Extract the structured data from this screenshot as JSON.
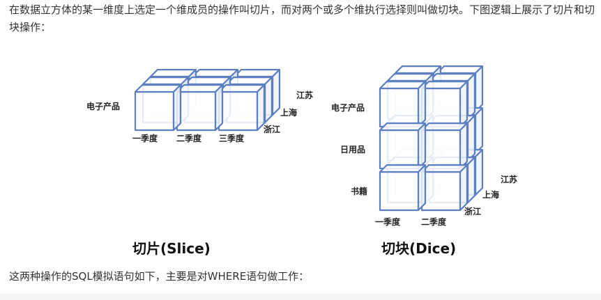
{
  "intro": "在数据立方体的某一维度上选定一个维成员的操作叫切片，而对两个或多个维执行选择则叫做切块。下图逻辑上展示了切片和切块操作：",
  "figure": {
    "slice": {
      "caption": "切片(Slice)",
      "category": "电子产品",
      "quarters": [
        "一季度",
        "二季度",
        "三季度"
      ],
      "regions": [
        "江苏",
        "上海",
        "浙江"
      ]
    },
    "dice": {
      "caption": "切块(Dice)",
      "categories": [
        "电子产品",
        "日用品",
        "书籍"
      ],
      "quarters": [
        "一季度",
        "二季度"
      ],
      "regions": [
        "江苏",
        "上海",
        "浙江"
      ]
    }
  },
  "outro": "这两种操作的SQL模拟语句如下，主要是对WHERE语句做工作：",
  "colors": {
    "cube_edge": "#5b7fbf",
    "cube_face": "#ffffff",
    "text": "#333333"
  }
}
